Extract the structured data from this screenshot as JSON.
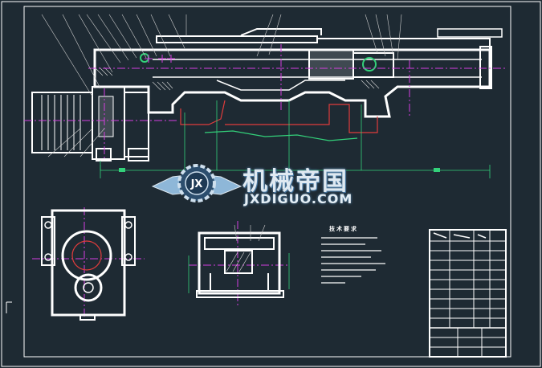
{
  "watermark": {
    "name_cn": "机械帝国",
    "name_en": "JXDIGUO.COM",
    "logo_mark": "JX"
  },
  "drawing": {
    "tech_requirements_title": "技术要求"
  },
  "colors": {
    "background": "#1e2a33",
    "outline": "#ffffff",
    "centerline": "#d43fe0",
    "dimension": "#33d17a",
    "hidden": "#e03c3c",
    "leader": "#cfcfcf"
  },
  "icons": [
    "gear-logo-icon",
    "wing-logo-icon"
  ]
}
